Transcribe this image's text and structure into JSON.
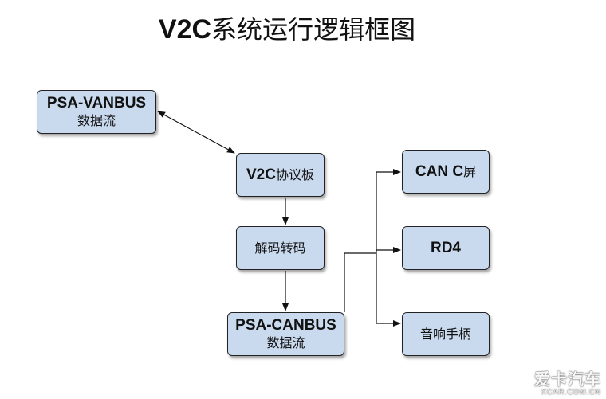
{
  "title": {
    "latin": "V2C",
    "cjk": "系统运行逻辑框图"
  },
  "nodes": {
    "vanbus": {
      "line1": "PSA-VANBUS",
      "line2": "数据流"
    },
    "v2c": {
      "latin": "V2C",
      "cjk": "协议板"
    },
    "decode": {
      "text": "解码转码"
    },
    "canbus": {
      "line1": "PSA-CANBUS",
      "line2": "数据流"
    },
    "canc": {
      "latin": "CAN C",
      "cjk": "屏"
    },
    "rd4": {
      "text": "RD4"
    },
    "handle": {
      "text": "音响手柄"
    }
  },
  "watermark": {
    "line1": "爱卡汽车",
    "line2": "XCAR.COM.CN"
  },
  "colors": {
    "box_fill": "#c9d9ee",
    "box_border": "#222222",
    "line": "#111111"
  }
}
